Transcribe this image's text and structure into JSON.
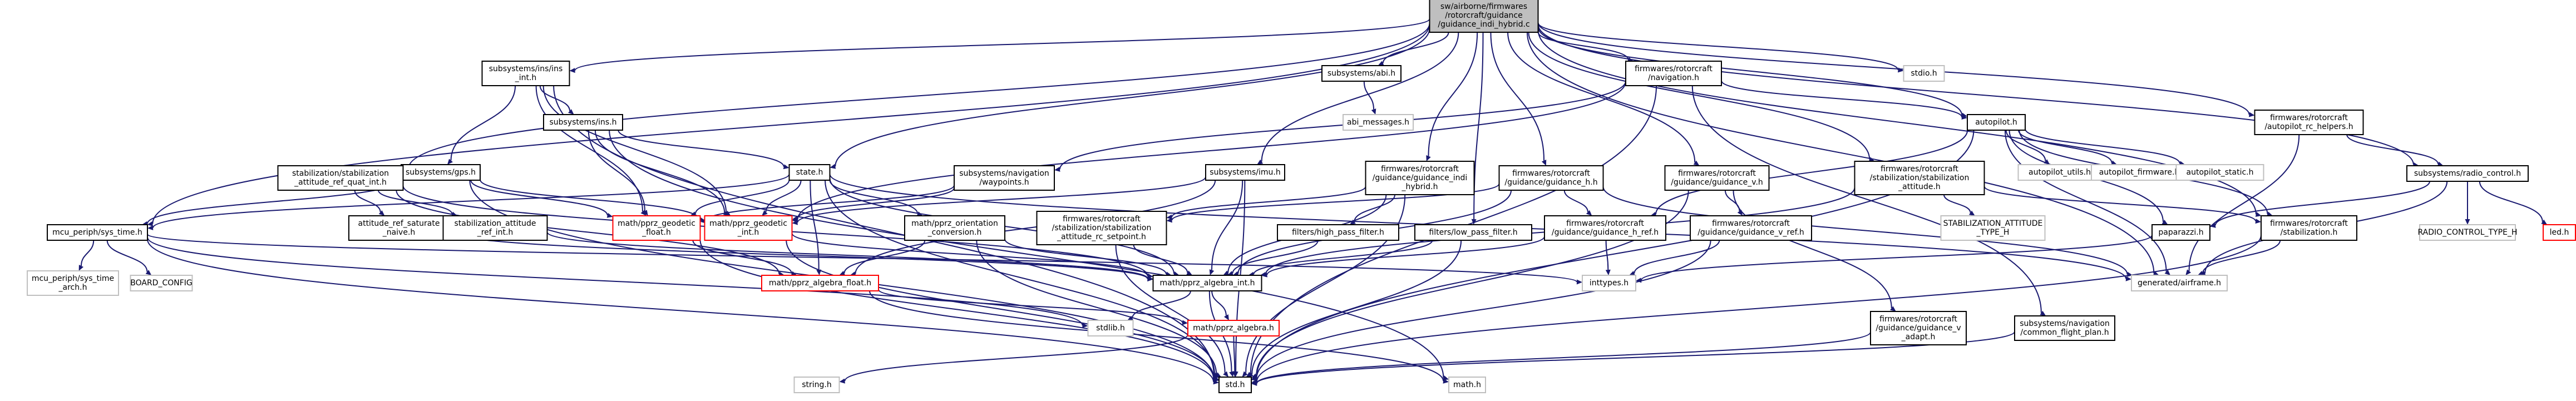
{
  "diagram": {
    "colors": {
      "edge": "#191970",
      "root_fill": "#bfbfbf",
      "node_border": "#000000",
      "missing_border": "#bfbfbf",
      "undocumented_border": "#ff0000"
    },
    "nodes": [
      {
        "id": "root",
        "lines": [
          "sw/airborne/firmwares",
          "/rotorcraft/guidance",
          "/guidance_indi_hybrid.c"
        ],
        "kind": "root"
      },
      {
        "id": "ins_int",
        "lines": [
          "subsystems/ins/ins",
          "_int.h"
        ],
        "kind": "normal"
      },
      {
        "id": "ahrs",
        "lines": [
          "subsystems/abi.h"
        ],
        "kind": "normal"
      },
      {
        "id": "nav",
        "lines": [
          "firmwares/rotorcraft",
          "/navigation.h"
        ],
        "kind": "normal"
      },
      {
        "id": "stdio",
        "lines": [
          "stdio.h"
        ],
        "kind": "missing"
      },
      {
        "id": "ap_rc",
        "lines": [
          "firmwares/rotorcraft",
          "/autopilot_rc_helpers.h"
        ],
        "kind": "normal"
      },
      {
        "id": "ins",
        "lines": [
          "subsystems/ins.h"
        ],
        "kind": "normal"
      },
      {
        "id": "abi_msg",
        "lines": [
          "abi_messages.h"
        ],
        "kind": "missing"
      },
      {
        "id": "autopilot",
        "lines": [
          "autopilot.h"
        ],
        "kind": "normal"
      },
      {
        "id": "gps",
        "lines": [
          "subsystems/gps.h"
        ],
        "kind": "normal"
      },
      {
        "id": "stab_ref",
        "lines": [
          "stabilization/stabilization",
          "_attitude_ref_quat_int.h"
        ],
        "kind": "normal"
      },
      {
        "id": "state",
        "lines": [
          "state.h"
        ],
        "kind": "normal"
      },
      {
        "id": "waypoints",
        "lines": [
          "subsystems/navigation",
          "/waypoints.h"
        ],
        "kind": "normal"
      },
      {
        "id": "imu",
        "lines": [
          "subsystems/imu.h"
        ],
        "kind": "normal"
      },
      {
        "id": "guid_indi",
        "lines": [
          "firmwares/rotorcraft",
          "/guidance/guidance_indi",
          "_hybrid.h"
        ],
        "kind": "normal"
      },
      {
        "id": "guid_h",
        "lines": [
          "firmwares/rotorcraft",
          "/guidance/guidance_h.h"
        ],
        "kind": "normal"
      },
      {
        "id": "guid_v",
        "lines": [
          "firmwares/rotorcraft",
          "/guidance/guidance_v.h"
        ],
        "kind": "normal"
      },
      {
        "id": "stab_att",
        "lines": [
          "firmwares/rotorcraft",
          "/stabilization/stabilization",
          "_attitude.h"
        ],
        "kind": "normal"
      },
      {
        "id": "ap_utils",
        "lines": [
          "autopilot_utils.h"
        ],
        "kind": "missing"
      },
      {
        "id": "ap_fw",
        "lines": [
          "autopilot_firmware.h"
        ],
        "kind": "missing"
      },
      {
        "id": "ap_static",
        "lines": [
          "autopilot_static.h"
        ],
        "kind": "missing"
      },
      {
        "id": "radio",
        "lines": [
          "subsystems/radio_control.h"
        ],
        "kind": "normal"
      },
      {
        "id": "attref_sat",
        "lines": [
          "attitude_ref_saturate",
          "_naive.h"
        ],
        "kind": "normal"
      },
      {
        "id": "stab_attref_int",
        "lines": [
          "stabilization_attitude",
          "_ref_int.h"
        ],
        "kind": "normal"
      },
      {
        "id": "geodetic_float",
        "lines": [
          "math/pprz_geodetic",
          "_float.h"
        ],
        "kind": "undoc"
      },
      {
        "id": "geodetic_int",
        "lines": [
          "math/pprz_geodetic",
          "_int.h"
        ],
        "kind": "undoc"
      },
      {
        "id": "orient",
        "lines": [
          "math/pprz_orientation",
          "_conversion.h"
        ],
        "kind": "normal"
      },
      {
        "id": "stab_rc",
        "lines": [
          "firmwares/rotorcraft",
          "/stabilization/stabilization",
          "_attitude_rc_setpoint.h"
        ],
        "kind": "normal"
      },
      {
        "id": "hpf",
        "lines": [
          "filters/high_pass_filter.h"
        ],
        "kind": "normal"
      },
      {
        "id": "lpf",
        "lines": [
          "filters/low_pass_filter.h"
        ],
        "kind": "normal"
      },
      {
        "id": "guid_h_ref",
        "lines": [
          "firmwares/rotorcraft",
          "/guidance/guidance_h_ref.h"
        ],
        "kind": "normal"
      },
      {
        "id": "guid_v_ref",
        "lines": [
          "firmwares/rotorcraft",
          "/guidance/guidance_v_ref.h"
        ],
        "kind": "normal"
      },
      {
        "id": "stab_type",
        "lines": [
          "STABILIZATION_ATTITUDE",
          "_TYPE_H"
        ],
        "kind": "missing"
      },
      {
        "id": "stab",
        "lines": [
          "firmwares/rotorcraft",
          "/stabilization.h"
        ],
        "kind": "normal"
      },
      {
        "id": "paparazzi",
        "lines": [
          "paparazzi.h"
        ],
        "kind": "normal"
      },
      {
        "id": "rc_type",
        "lines": [
          "RADIO_CONTROL_TYPE_H"
        ],
        "kind": "missing"
      },
      {
        "id": "led",
        "lines": [
          "led.h"
        ],
        "kind": "undoc"
      },
      {
        "id": "sys_time",
        "lines": [
          "mcu_periph/sys_time.h"
        ],
        "kind": "normal"
      },
      {
        "id": "sys_time_arch",
        "lines": [
          "mcu_periph/sys_time",
          "_arch.h"
        ],
        "kind": "missing"
      },
      {
        "id": "board",
        "lines": [
          "BOARD_CONFIG"
        ],
        "kind": "missing"
      },
      {
        "id": "alg_float",
        "lines": [
          "math/pprz_algebra_float.h"
        ],
        "kind": "undoc"
      },
      {
        "id": "alg_int",
        "lines": [
          "math/pprz_algebra_int.h"
        ],
        "kind": "normal"
      },
      {
        "id": "inttypes",
        "lines": [
          "inttypes.h"
        ],
        "kind": "missing"
      },
      {
        "id": "airframe",
        "lines": [
          "generated/airframe.h"
        ],
        "kind": "missing"
      },
      {
        "id": "stdlib",
        "lines": [
          "stdlib.h"
        ],
        "kind": "missing"
      },
      {
        "id": "alg",
        "lines": [
          "math/pprz_algebra.h"
        ],
        "kind": "undoc"
      },
      {
        "id": "guid_v_adapt",
        "lines": [
          "firmwares/rotorcraft",
          "/guidance/guidance_v",
          "_adapt.h"
        ],
        "kind": "normal"
      },
      {
        "id": "flight_plan",
        "lines": [
          "subsystems/navigation",
          "/common_flight_plan.h"
        ],
        "kind": "normal"
      },
      {
        "id": "string",
        "lines": [
          "string.h"
        ],
        "kind": "missing"
      },
      {
        "id": "math",
        "lines": [
          "math.h"
        ],
        "kind": "missing"
      },
      {
        "id": "stdh",
        "lines": [
          "std.h"
        ],
        "kind": "normal"
      }
    ]
  }
}
